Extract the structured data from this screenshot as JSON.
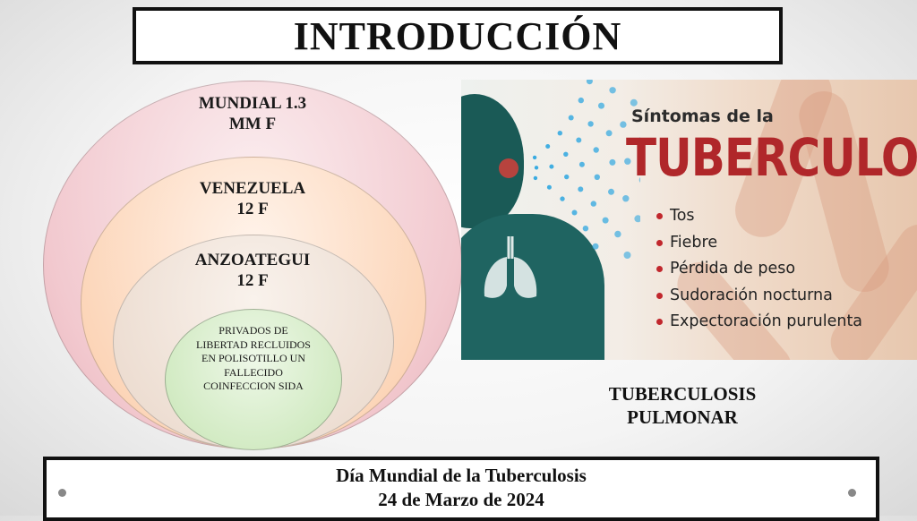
{
  "title": "INTRODUCCIÓN",
  "rings": [
    {
      "label": "MUNDIAL 1.3 MM F"
    },
    {
      "label": "VENEZUELA 12 F"
    },
    {
      "label": "ANZOATEGUI 12 F"
    },
    {
      "label": "PRIVADOS DE LIBERTAD RECLUIDOS EN POLISOTILLO UN FALLECIDO COINFECCION SIDA"
    }
  ],
  "infographic": {
    "heading_small": "Síntomas de la",
    "heading_big": "TUBERCULOSIS",
    "symptoms": [
      "Tos",
      "Fiebre",
      "Pérdida de peso",
      "Sudoración nocturna",
      "Expectoración purulenta"
    ],
    "accent_color": "#b0272a",
    "figure_color": "#1f6461",
    "spray_color": "#2ea6e0"
  },
  "caption": {
    "line1": "TUBERCULOSIS",
    "line2": "PULMONAR"
  },
  "footer": {
    "line1": "Día Mundial de la Tuberculosis",
    "line2": "24 de Marzo de 2024"
  }
}
